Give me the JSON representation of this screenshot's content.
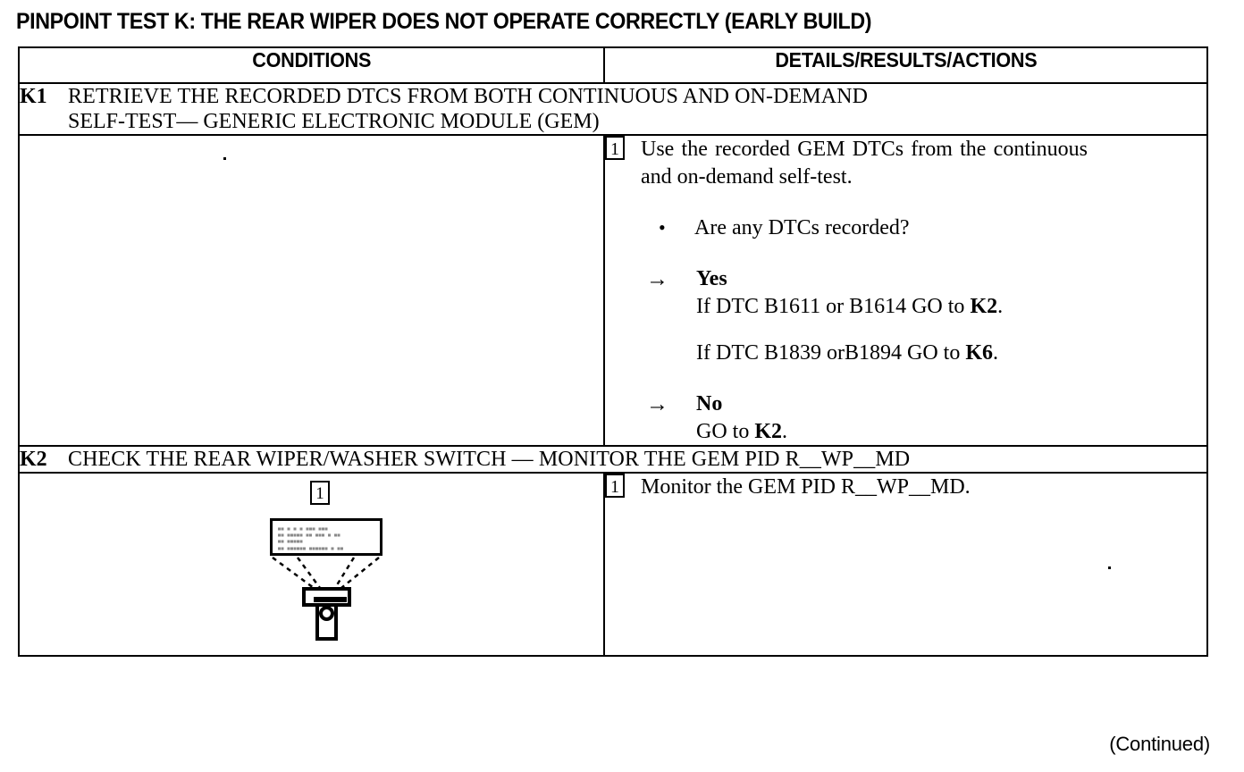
{
  "document": {
    "title": "PINPOINT TEST K: THE REAR WIPER DOES NOT OPERATE CORRECTLY (EARLY BUILD)",
    "footer_note": "(Continued)"
  },
  "table": {
    "headers": {
      "conditions": "CONDITIONS",
      "details": "DETAILS/RESULTS/ACTIONS"
    },
    "steps": [
      {
        "id": "K1",
        "title_line1": "RETRIEVE THE RECORDED DTCS FROM BOTH CONTINUOUS AND ON-DEMAND",
        "title_line2": "SELF-TEST— GENERIC ELECTRONIC MODULE (GEM)",
        "details": {
          "marker": "1",
          "instruction": "Use the recorded GEM DTCs from the continuous and on-demand self-test.",
          "bullet_symbol": "•",
          "question": "Are any DTCs recorded?",
          "arrow_symbol": "→",
          "branches": [
            {
              "label": "Yes",
              "lines": [
                {
                  "text_before": "If DTC B1611 or B1614 GO to ",
                  "ref": "K2",
                  "text_after": "."
                },
                {
                  "text_before": "If DTC B1839 orB1894 GO to ",
                  "ref": "K6",
                  "text_after": "."
                }
              ]
            },
            {
              "label": "No",
              "lines": [
                {
                  "text_before": "GO to ",
                  "ref": "K2",
                  "text_after": "."
                }
              ]
            }
          ]
        }
      },
      {
        "id": "K2",
        "title_line1": "CHECK THE REAR WIPER/WASHER SWITCH — MONITOR THE GEM PID R__WP__MD",
        "title_line2": "",
        "details": {
          "marker": "1",
          "instruction": "Monitor the GEM PID R__WP__MD."
        },
        "diagram": {
          "marker": "1",
          "screen_text_line1": "▄▄ ▄  ▄ ▄    ▄▄▄     ▄▄▄",
          "screen_text_line2": "▄▄ ▄▄▄▄▄ ▄▄    ▄▄▄   ▄ ▄▄",
          "screen_text_line3": "▄▄ ▄▄▄▄▄",
          "screen_text_line4": "▄▄ ▄▄▄▄▄▄ ▄▄▄▄▄▄ ▄   ▄▄"
        }
      }
    ]
  },
  "colors": {
    "ink": "#000000",
    "paper": "#ffffff",
    "screen_text": "#8a8a8a"
  }
}
